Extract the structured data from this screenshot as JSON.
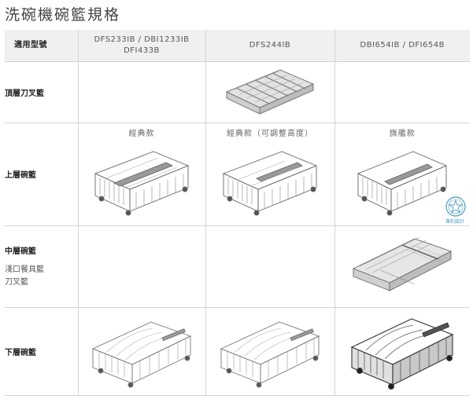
{
  "title": "洗碗機碗籃規格",
  "header": {
    "col0": "適用型號",
    "col1": "DFS233IB / DBI1233IB DFI433B",
    "col2": "DFS244IB",
    "col3": "DBI654IB / DFI654B"
  },
  "rows": {
    "top": {
      "label": "頂層刀叉籃"
    },
    "upper": {
      "label": "上層碗籃",
      "col1_variant": "經典款",
      "col2_variant": "經典款（可調整高度）",
      "col3_variant": "旗艦款",
      "badge_text": "專利設計"
    },
    "middle": {
      "label": "中層碗籃",
      "sub1": "淺口餐具籃",
      "sub2": "刀叉籃"
    },
    "lower": {
      "label": "下層碗籃"
    }
  },
  "icons": {
    "upper_col3_badge": "patent-star-badge-icon"
  },
  "colors": {
    "header_bg": "#f0f0f0",
    "border": "#d4d4d4",
    "badge": "#4a9ac0"
  }
}
